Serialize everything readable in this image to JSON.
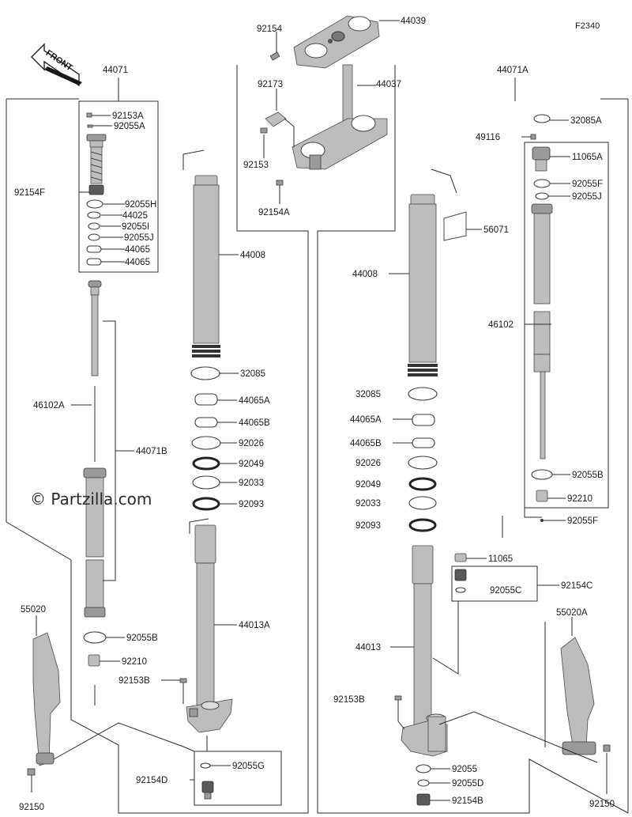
{
  "figure_code": "F2340",
  "watermark": "© Partzilla.com",
  "front_label": "FRONT",
  "labels": [
    {
      "id": "l-92154-top",
      "text": "92154"
    },
    {
      "id": "l-44039",
      "text": "44039"
    },
    {
      "id": "l-44071",
      "text": "44071"
    },
    {
      "id": "l-44071A",
      "text": "44071A"
    },
    {
      "id": "l-92173",
      "text": "92173"
    },
    {
      "id": "l-44037",
      "text": "44037"
    },
    {
      "id": "l-92153",
      "text": "92153"
    },
    {
      "id": "l-92154A",
      "text": "92154A"
    },
    {
      "id": "l-92153A",
      "text": "92153A"
    },
    {
      "id": "l-92055A",
      "text": "92055A"
    },
    {
      "id": "l-92154F",
      "text": "92154F"
    },
    {
      "id": "l-92055H",
      "text": "92055H"
    },
    {
      "id": "l-44025",
      "text": "44025"
    },
    {
      "id": "l-92055I",
      "text": "92055I"
    },
    {
      "id": "l-92055J-l",
      "text": "92055J"
    },
    {
      "id": "l-44065-a",
      "text": "44065"
    },
    {
      "id": "l-44065-b",
      "text": "44065"
    },
    {
      "id": "l-44008-l",
      "text": "44008"
    },
    {
      "id": "l-32085-l",
      "text": "32085"
    },
    {
      "id": "l-44065A-l",
      "text": "44065A"
    },
    {
      "id": "l-44065B-l",
      "text": "44065B"
    },
    {
      "id": "l-92026-l",
      "text": "92026"
    },
    {
      "id": "l-92049-l",
      "text": "92049"
    },
    {
      "id": "l-92033-l",
      "text": "92033"
    },
    {
      "id": "l-92093-l",
      "text": "92093"
    },
    {
      "id": "l-46102A",
      "text": "46102A"
    },
    {
      "id": "l-44071B",
      "text": "44071B"
    },
    {
      "id": "l-44013A",
      "text": "44013A"
    },
    {
      "id": "l-55020",
      "text": "55020"
    },
    {
      "id": "l-92055B",
      "text": "92055B"
    },
    {
      "id": "l-92210-l",
      "text": "92210"
    },
    {
      "id": "l-92153B-l",
      "text": "92153B"
    },
    {
      "id": "l-92154D",
      "text": "92154D"
    },
    {
      "id": "l-92055G",
      "text": "92055G"
    },
    {
      "id": "l-92150-l",
      "text": "92150"
    },
    {
      "id": "l-32085A",
      "text": "32085A"
    },
    {
      "id": "l-49116",
      "text": "49116"
    },
    {
      "id": "l-11065A",
      "text": "11065A"
    },
    {
      "id": "l-92055F-a",
      "text": "92055F"
    },
    {
      "id": "l-92055J-r",
      "text": "92055J"
    },
    {
      "id": "l-56071",
      "text": "56071"
    },
    {
      "id": "l-44008-r",
      "text": "44008"
    },
    {
      "id": "l-46102",
      "text": "46102"
    },
    {
      "id": "l-32085-r",
      "text": "32085"
    },
    {
      "id": "l-44065A-r",
      "text": "44065A"
    },
    {
      "id": "l-44065B-r",
      "text": "44065B"
    },
    {
      "id": "l-92026-r",
      "text": "92026"
    },
    {
      "id": "l-92049-r",
      "text": "92049"
    },
    {
      "id": "l-92033-r",
      "text": "92033"
    },
    {
      "id": "l-92093-r",
      "text": "92093"
    },
    {
      "id": "l-92055B-r",
      "text": "92055B"
    },
    {
      "id": "l-92210-r",
      "text": "92210"
    },
    {
      "id": "l-92055F-b",
      "text": "92055F"
    },
    {
      "id": "l-11065",
      "text": "11065"
    },
    {
      "id": "l-92154C",
      "text": "92154C"
    },
    {
      "id": "l-92055C",
      "text": "92055C"
    },
    {
      "id": "l-44013",
      "text": "44013"
    },
    {
      "id": "l-55020A",
      "text": "55020A"
    },
    {
      "id": "l-92153B-r",
      "text": "92153B"
    },
    {
      "id": "l-92055",
      "text": "92055"
    },
    {
      "id": "l-92055D",
      "text": "92055D"
    },
    {
      "id": "l-92154B",
      "text": "92154B"
    },
    {
      "id": "l-92150-r",
      "text": "92150"
    }
  ]
}
